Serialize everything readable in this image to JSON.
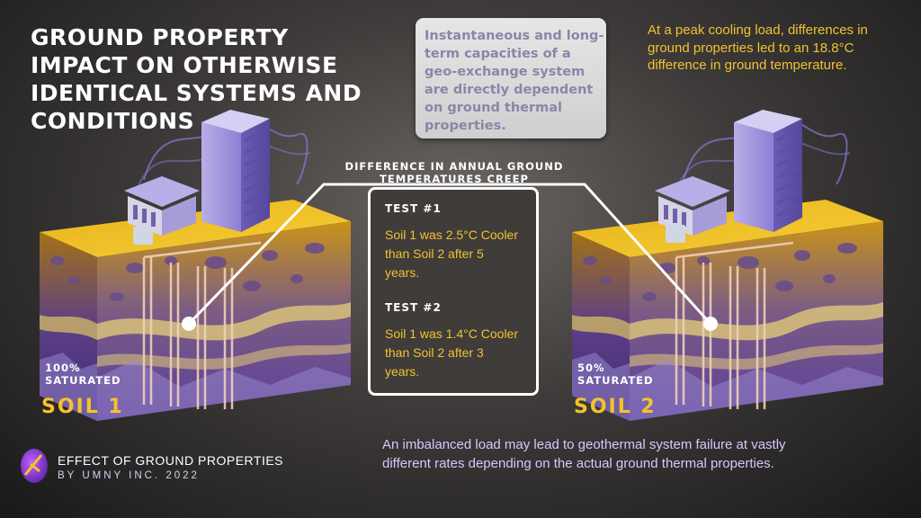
{
  "title": "Ground property impact on otherwise identical systems and conditions",
  "info_box": "Instantaneous and long-term capacities of a geo-exchange system are directly dependent on ground thermal properties.",
  "peak_note": "At a peak cooling load, differences in ground properties led to an 18.8°C difference in ground temperature.",
  "creep": {
    "title": "Difference in annual ground temperatures creep",
    "tests": [
      {
        "heading": "TEST #1",
        "text": "Soil 1 was 2.5°C Cooler than Soil 2 after 5 years."
      },
      {
        "heading": "TEST #2",
        "text": "Soil 1 was 1.4°C Cooler than Soil 2 after 3 years."
      }
    ]
  },
  "soils": [
    {
      "saturation": "100% Saturated",
      "label": "Soil 1"
    },
    {
      "saturation": "50% Saturated",
      "label": "Soil 2"
    }
  ],
  "footer": {
    "title": "Effect of Ground Properties",
    "subtitle": "By UMNY Inc. 2022"
  },
  "bottom_note": "An imbalanced load may lead to geothermal system failure at vastly different rates depending on the actual ground thermal properties.",
  "colors": {
    "accent_yellow": "#f2c230",
    "soil_purple": "#5a3f9a",
    "building_purple": "#8f7ad6",
    "lavender_text": "#d6c8ff"
  }
}
